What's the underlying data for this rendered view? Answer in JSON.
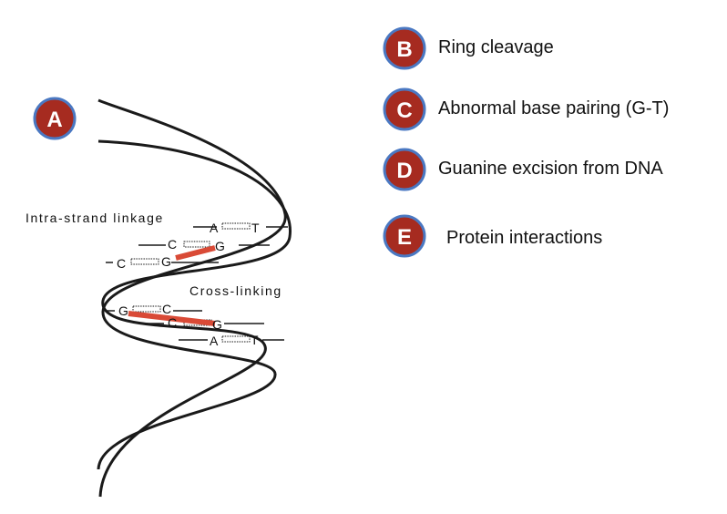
{
  "colors": {
    "badge_fill": "#a62b20",
    "badge_ring": "#4a78c2",
    "crosslink": "#d94a36",
    "strand": "#1a1a1a"
  },
  "legend": [
    {
      "letter": "B",
      "text": "Ring cleavage"
    },
    {
      "letter": "C",
      "text": "Abnormal base pairing (G-T)"
    },
    {
      "letter": "D",
      "text": "Guanine excision from DNA"
    },
    {
      "letter": "E",
      "text": "Protein interactions"
    }
  ],
  "helix": {
    "badge_letter": "A",
    "intra_label": "Intra-strand linkage",
    "cross_label": "Cross-linking",
    "pairs": [
      {
        "left": "A",
        "right": "T"
      },
      {
        "left": "C",
        "right": "G"
      },
      {
        "left": "C",
        "right": "G"
      },
      {
        "left": "G",
        "right": "C"
      },
      {
        "left": "C",
        "right": "G"
      },
      {
        "left": "A",
        "right": "T"
      }
    ]
  }
}
